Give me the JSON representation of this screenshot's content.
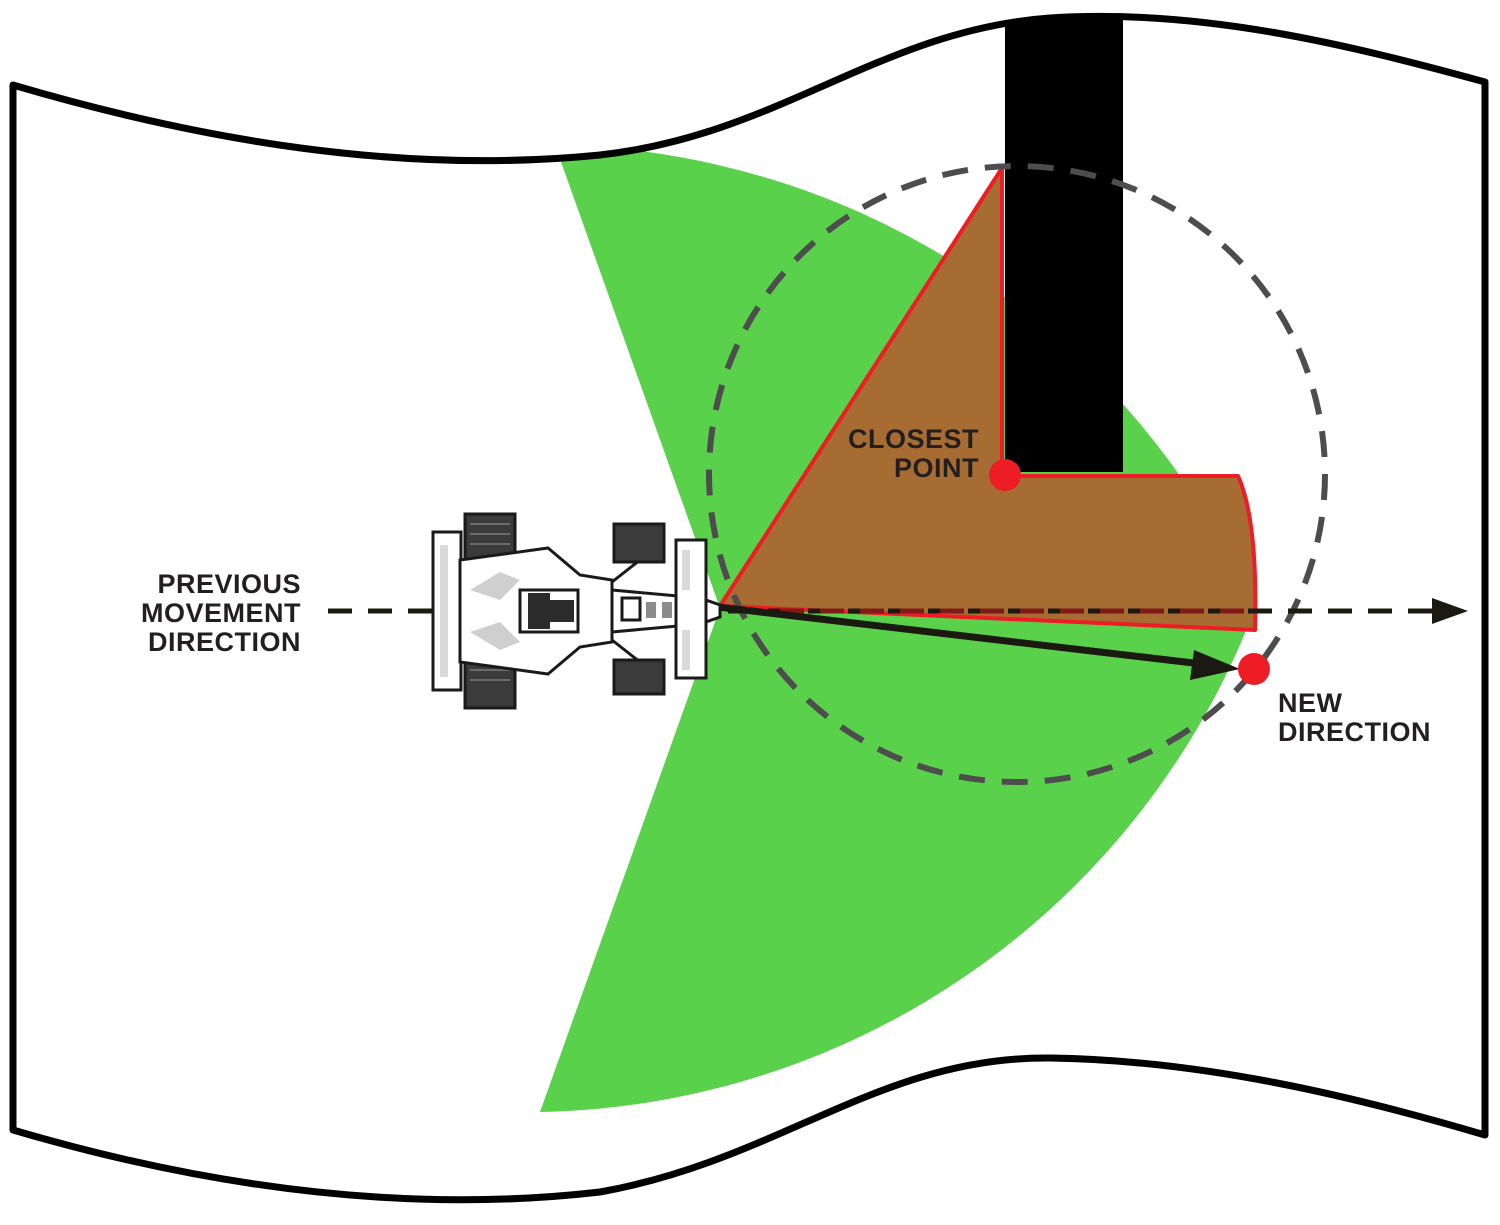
{
  "labels": {
    "previous_movement": [
      "PREVIOUS",
      "MOVEMENT",
      "DIRECTION"
    ],
    "closest_point": [
      "CLOSEST",
      "POINT"
    ],
    "new_direction": [
      "NEW",
      "DIRECTION"
    ]
  },
  "colors": {
    "sector_fill": "#59d14b",
    "overlap_fill": "#a76c32",
    "wall": "#000000",
    "highlight": "#ee1c25",
    "dashed_circle": "#4d4d4d",
    "arrow": "#1b1a10",
    "dashed_overlap": "#7d1c16"
  },
  "icons": [
    "race-car-icon",
    "arrow-right-icon",
    "closest-point-marker",
    "new-direction-marker"
  ]
}
